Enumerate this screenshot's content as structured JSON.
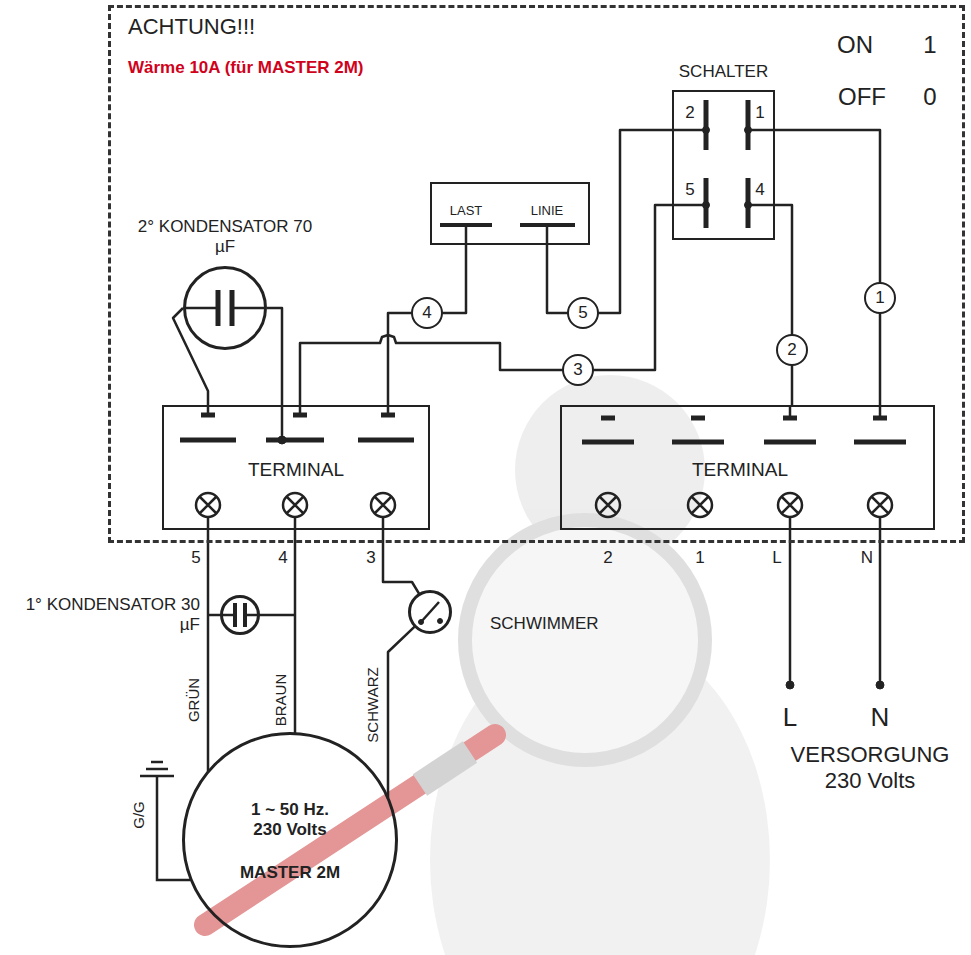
{
  "diagram": {
    "nodes": [
      {
        "text": [
          "ACHTUNG!!!",
          "Wärme 10A (für MASTER 2M)"
        ]
      },
      {
        "text": [
          "SCHALTER"
        ],
        "in": 0
      },
      {
        "text": [
          "LAST",
          "LINIE"
        ],
        "in": 0
      },
      {
        "text": [
          "2° KONDENSATOR 70 µF"
        ],
        "in": 0
      },
      {
        "text": [
          "TERMINAL"
        ],
        "in": 0
      },
      {
        "text": [
          "TERMINAL"
        ],
        "in": 0
      },
      {
        "text": [
          "1° KONDENSATOR 30 µF"
        ]
      },
      {
        "text": [
          "SCHWIMMER"
        ]
      },
      {
        "text": [
          "1 ~ 50 Hz. 230 Volts",
          "MASTER 2M"
        ]
      }
    ],
    "edges": [
      {
        "from": 1,
        "to": 5,
        "label": "1",
        "arrow": "none"
      },
      {
        "from": 1,
        "to": 5,
        "label": "2",
        "arrow": "none"
      },
      {
        "from": 1,
        "to": 4,
        "label": "3",
        "arrow": "none"
      },
      {
        "from": 2,
        "to": 4,
        "label": "4",
        "arrow": "none"
      },
      {
        "from": 2,
        "to": 1,
        "label": "5",
        "arrow": "none"
      },
      {
        "from": 3,
        "to": 4,
        "arrow": "none"
      },
      {
        "from": 3,
        "to": 4,
        "arrow": "none"
      },
      {
        "from": 4,
        "to": 7,
        "arrow": "none"
      },
      {
        "from": 7,
        "to": 8,
        "label": "SCHWARZ",
        "arrow": "none"
      },
      {
        "from": 4,
        "to": 8,
        "label": "GRÜN",
        "arrow": "none"
      },
      {
        "from": 4,
        "to": 8,
        "label": "BRAUN",
        "arrow": "none"
      }
    ],
    "labels": [
      "ON",
      "1",
      "OFF",
      "0",
      "2",
      "1",
      "5",
      "4",
      "5",
      "4",
      "3",
      "2",
      "1",
      "L",
      "N",
      "G/G",
      "L",
      "N",
      "VERSORGUNG 230 Volts"
    ]
  }
}
